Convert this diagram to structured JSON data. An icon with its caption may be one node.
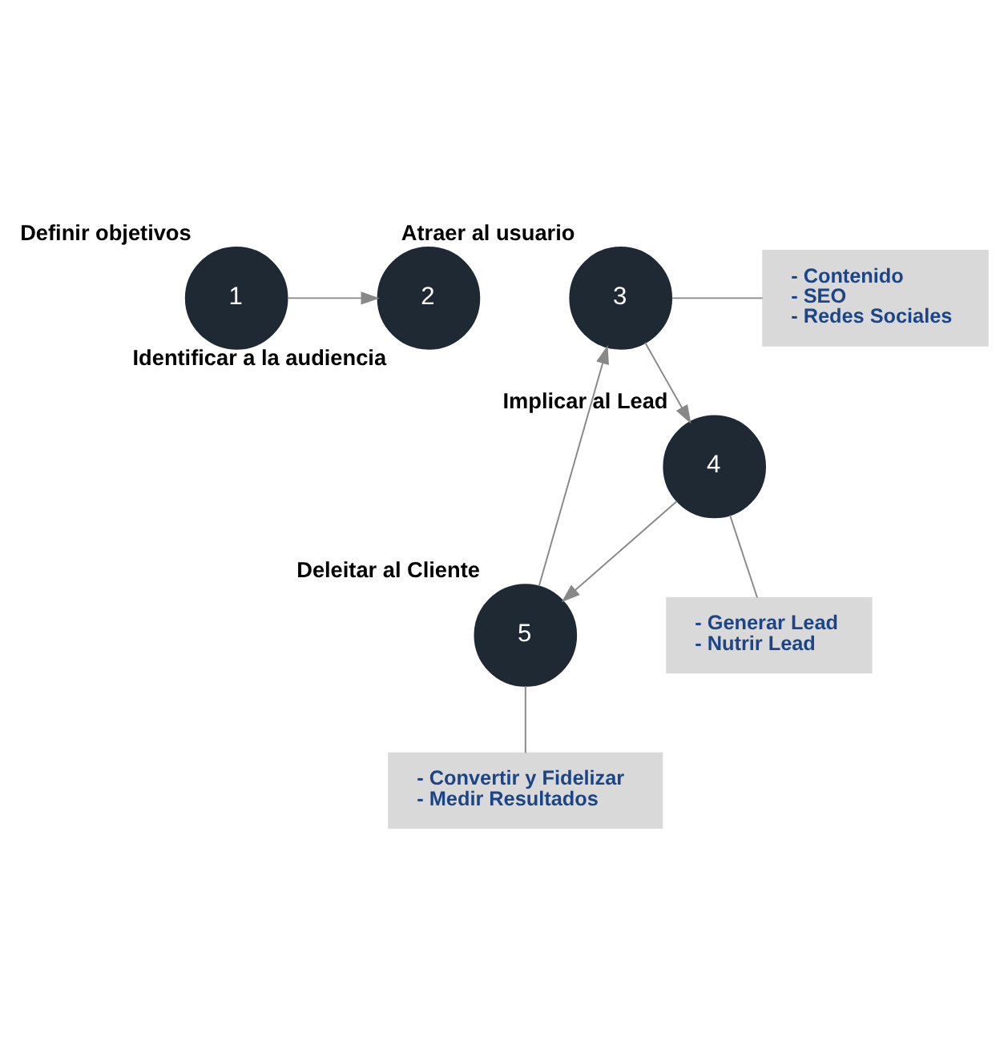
{
  "diagram": {
    "nodes": [
      {
        "text": [
          "1"
        ],
        "beside": [
          "Definir objetivos"
        ]
      },
      {
        "text": [
          "2"
        ],
        "beside": [
          "Identificar a la audiencia"
        ]
      },
      {
        "text": [
          "3"
        ],
        "beside": [
          "Atraer al usuario"
        ]
      },
      {
        "text": [
          "4"
        ],
        "beside": [
          "Implicar al Lead"
        ]
      },
      {
        "text": [
          "5"
        ],
        "beside": [
          "Deleitar al Cliente"
        ]
      },
      {
        "text": [
          "- Contenido",
          "- SEO",
          "- Redes Sociales"
        ]
      },
      {
        "text": [
          "- Generar Lead",
          "- Nutrir Lead"
        ]
      },
      {
        "text": [
          "- Convertir y Fidelizar",
          "- Medir Resultados"
        ]
      }
    ],
    "edges": [
      {
        "from": 0,
        "to": 1,
        "arrow": "to"
      },
      {
        "from": 2,
        "to": 3,
        "arrow": "to"
      },
      {
        "from": 3,
        "to": 4,
        "arrow": "to"
      },
      {
        "from": 4,
        "to": 2,
        "arrow": "to"
      },
      {
        "from": 2,
        "to": 5,
        "arrow": "none"
      },
      {
        "from": 3,
        "to": 6,
        "arrow": "none"
      },
      {
        "from": 4,
        "to": 7,
        "arrow": "none"
      }
    ]
  }
}
